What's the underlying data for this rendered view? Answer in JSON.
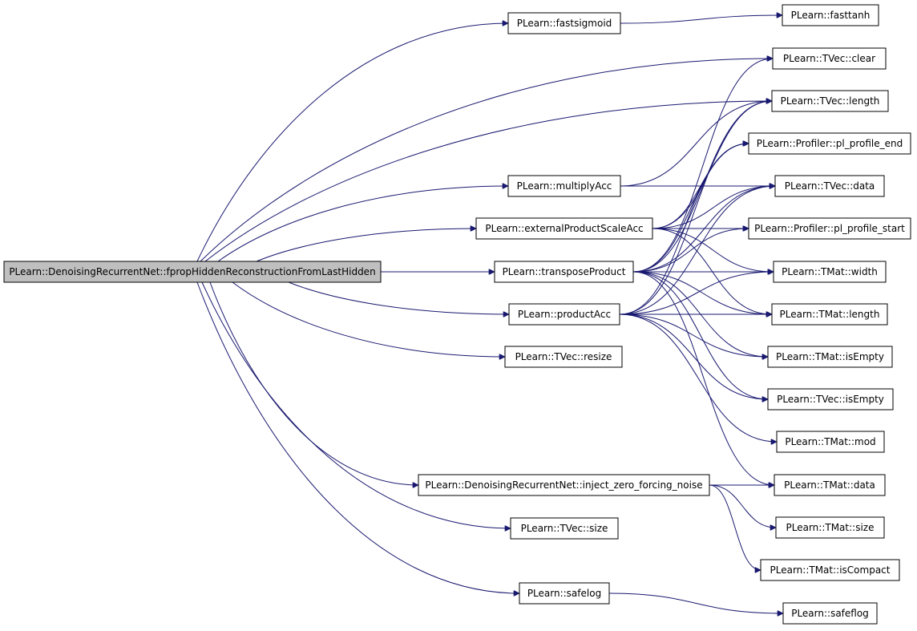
{
  "graph": {
    "edge_color": "#191970",
    "root_fill": "#bfbfbf",
    "nodes": [
      {
        "id": "root",
        "label": "PLearn::DenoisingRecurrentNet::fpropHiddenReconstructionFromLastHidden",
        "root": true
      },
      {
        "id": "fastsigmoid",
        "label": "PLearn::fastsigmoid"
      },
      {
        "id": "fasttanh",
        "label": "PLearn::fasttanh"
      },
      {
        "id": "tvec_clear",
        "label": "PLearn::TVec::clear"
      },
      {
        "id": "tvec_length",
        "label": "PLearn::TVec::length"
      },
      {
        "id": "prof_end",
        "label": "PLearn::Profiler::pl_profile_end"
      },
      {
        "id": "multiplyAcc",
        "label": "PLearn::multiplyAcc"
      },
      {
        "id": "tvec_data",
        "label": "PLearn::TVec::data"
      },
      {
        "id": "extProd",
        "label": "PLearn::externalProductScaleAcc"
      },
      {
        "id": "prof_start",
        "label": "PLearn::Profiler::pl_profile_start"
      },
      {
        "id": "transProd",
        "label": "PLearn::transposeProduct"
      },
      {
        "id": "tmat_width",
        "label": "PLearn::TMat::width"
      },
      {
        "id": "productAcc",
        "label": "PLearn::productAcc"
      },
      {
        "id": "tmat_length",
        "label": "PLearn::TMat::length"
      },
      {
        "id": "tvec_resize",
        "label": "PLearn::TVec::resize"
      },
      {
        "id": "tmat_isEmpty",
        "label": "PLearn::TMat::isEmpty"
      },
      {
        "id": "tvec_isEmpty",
        "label": "PLearn::TVec::isEmpty"
      },
      {
        "id": "tmat_mod",
        "label": "PLearn::TMat::mod"
      },
      {
        "id": "inject",
        "label": "PLearn::DenoisingRecurrentNet::inject_zero_forcing_noise"
      },
      {
        "id": "tmat_data",
        "label": "PLearn::TMat::data"
      },
      {
        "id": "tmat_size",
        "label": "PLearn::TMat::size"
      },
      {
        "id": "tvec_size",
        "label": "PLearn::TVec::size"
      },
      {
        "id": "tmat_isCompact",
        "label": "PLearn::TMat::isCompact"
      },
      {
        "id": "safelog",
        "label": "PLearn::safelog"
      },
      {
        "id": "safeflog",
        "label": "PLearn::safeflog"
      }
    ],
    "edges": [
      [
        "root",
        "fastsigmoid"
      ],
      [
        "root",
        "tvec_clear"
      ],
      [
        "root",
        "tvec_length"
      ],
      [
        "root",
        "multiplyAcc"
      ],
      [
        "root",
        "extProd"
      ],
      [
        "root",
        "transProd"
      ],
      [
        "root",
        "productAcc"
      ],
      [
        "root",
        "tvec_resize"
      ],
      [
        "root",
        "inject"
      ],
      [
        "root",
        "tvec_size"
      ],
      [
        "root",
        "safelog"
      ],
      [
        "fastsigmoid",
        "fasttanh"
      ],
      [
        "multiplyAcc",
        "tvec_length"
      ],
      [
        "multiplyAcc",
        "tvec_data"
      ],
      [
        "extProd",
        "tvec_length"
      ],
      [
        "extProd",
        "prof_end"
      ],
      [
        "extProd",
        "tvec_data"
      ],
      [
        "extProd",
        "prof_start"
      ],
      [
        "extProd",
        "tmat_width"
      ],
      [
        "extProd",
        "tmat_length"
      ],
      [
        "transProd",
        "tvec_clear"
      ],
      [
        "transProd",
        "tvec_length"
      ],
      [
        "transProd",
        "prof_end"
      ],
      [
        "transProd",
        "tvec_data"
      ],
      [
        "transProd",
        "prof_start"
      ],
      [
        "transProd",
        "tmat_width"
      ],
      [
        "transProd",
        "tmat_length"
      ],
      [
        "transProd",
        "tmat_isEmpty"
      ],
      [
        "transProd",
        "tvec_isEmpty"
      ],
      [
        "transProd",
        "tmat_data"
      ],
      [
        "productAcc",
        "tvec_length"
      ],
      [
        "productAcc",
        "prof_end"
      ],
      [
        "productAcc",
        "tvec_data"
      ],
      [
        "productAcc",
        "tmat_width"
      ],
      [
        "productAcc",
        "tmat_length"
      ],
      [
        "productAcc",
        "tmat_isEmpty"
      ],
      [
        "productAcc",
        "tvec_isEmpty"
      ],
      [
        "productAcc",
        "tmat_mod"
      ],
      [
        "inject",
        "tmat_data"
      ],
      [
        "inject",
        "tmat_size"
      ],
      [
        "inject",
        "tmat_isCompact"
      ],
      [
        "safelog",
        "safeflog"
      ]
    ]
  }
}
